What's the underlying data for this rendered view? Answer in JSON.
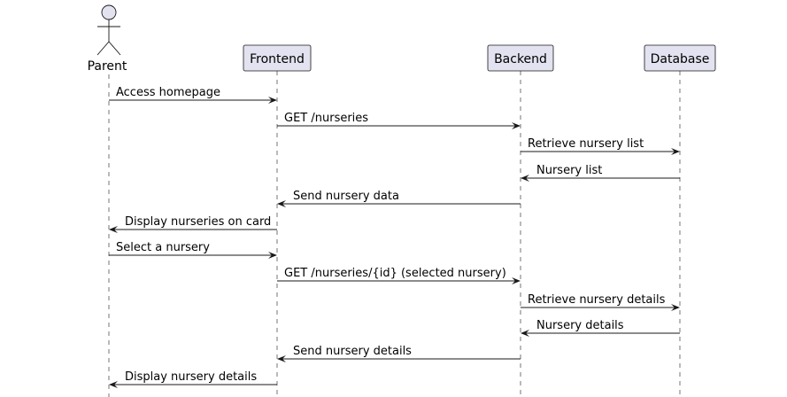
{
  "participants": [
    {
      "id": "parent",
      "label": "Parent",
      "kind": "actor"
    },
    {
      "id": "frontend",
      "label": "Frontend",
      "kind": "participant"
    },
    {
      "id": "backend",
      "label": "Backend",
      "kind": "participant"
    },
    {
      "id": "database",
      "label": "Database",
      "kind": "participant"
    }
  ],
  "messages": [
    {
      "from": "parent",
      "to": "frontend",
      "text": "Access homepage"
    },
    {
      "from": "frontend",
      "to": "backend",
      "text": "GET /nurseries"
    },
    {
      "from": "backend",
      "to": "database",
      "text": "Retrieve nursery list"
    },
    {
      "from": "database",
      "to": "backend",
      "text": "Nursery list"
    },
    {
      "from": "backend",
      "to": "frontend",
      "text": "Send nursery data"
    },
    {
      "from": "frontend",
      "to": "parent",
      "text": "Display nurseries on card"
    },
    {
      "from": "parent",
      "to": "frontend",
      "text": "Select a nursery"
    },
    {
      "from": "frontend",
      "to": "backend",
      "text": "GET /nurseries/{id} (selected nursery)"
    },
    {
      "from": "backend",
      "to": "database",
      "text": "Retrieve nursery details"
    },
    {
      "from": "database",
      "to": "backend",
      "text": "Nursery details"
    },
    {
      "from": "backend",
      "to": "frontend",
      "text": "Send nursery details"
    },
    {
      "from": "frontend",
      "to": "parent",
      "text": "Display nursery details"
    }
  ]
}
